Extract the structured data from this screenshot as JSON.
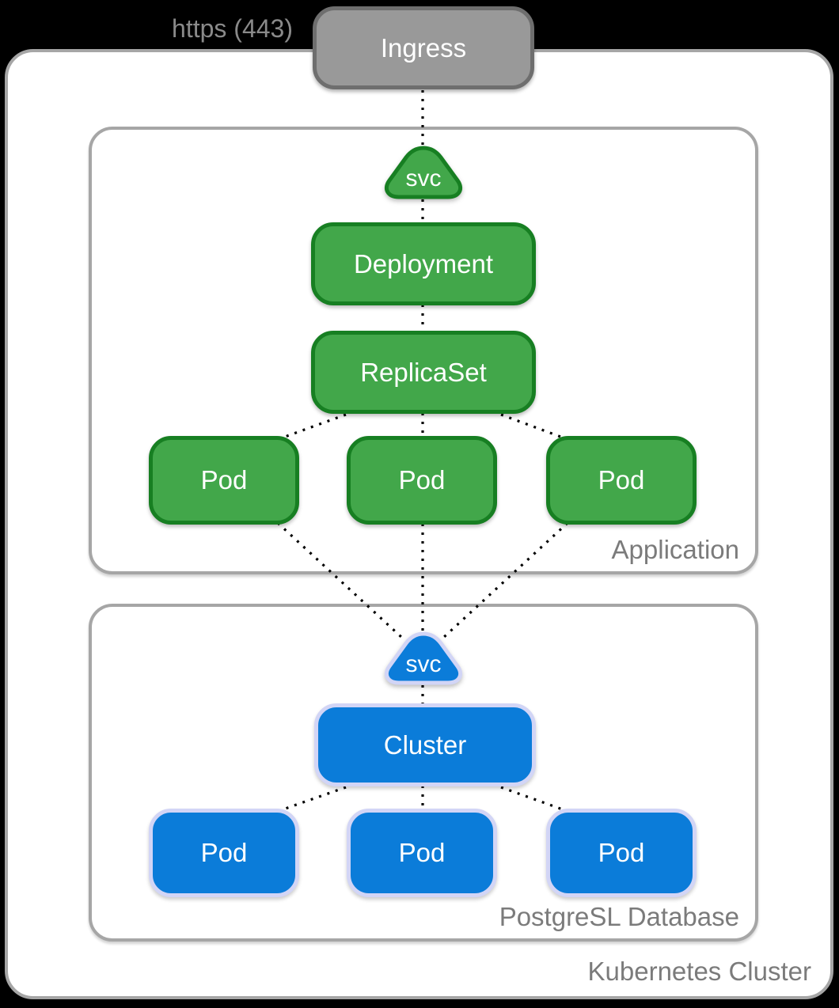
{
  "colors": {
    "green_fill": "#42A74A",
    "green_border": "#177F22",
    "blue_fill": "#0B7CD9",
    "blue_border": "#D2D5F6",
    "gray_fill": "#999999",
    "gray_border": "#6E6E6E",
    "container_border": "#A6A6A6",
    "label_color": "#7B7B7B",
    "edge_color": "#000000",
    "node_text": "#FFFFFF"
  },
  "external": {
    "protocol_label": "https (443)",
    "ingress_label": "Ingress"
  },
  "cluster": {
    "label": "Kubernetes Cluster",
    "application": {
      "label": "Application",
      "service_label": "svc",
      "deployment_label": "Deployment",
      "replicaset_label": "ReplicaSet",
      "pods": [
        "Pod",
        "Pod",
        "Pod"
      ]
    },
    "database": {
      "label": "PostgreSL Database",
      "service_label": "svc",
      "cluster_label": "Cluster",
      "pods": [
        "Pod",
        "Pod",
        "Pod"
      ]
    }
  },
  "edges": [
    [
      534,
      114,
      534,
      186
    ],
    [
      534,
      252,
      534,
      284
    ],
    [
      534,
      385,
      534,
      420
    ],
    [
      534,
      522,
      534,
      553
    ],
    [
      437,
      524,
      349,
      556
    ],
    [
      633,
      524,
      719,
      556
    ],
    [
      534,
      662,
      534,
      798
    ],
    [
      351,
      661,
      508,
      806
    ],
    [
      717,
      661,
      560,
      806
    ],
    [
      534,
      866,
      534,
      891
    ],
    [
      534,
      993,
      534,
      1024
    ],
    [
      437,
      995,
      349,
      1026
    ],
    [
      633,
      995,
      719,
      1026
    ]
  ]
}
